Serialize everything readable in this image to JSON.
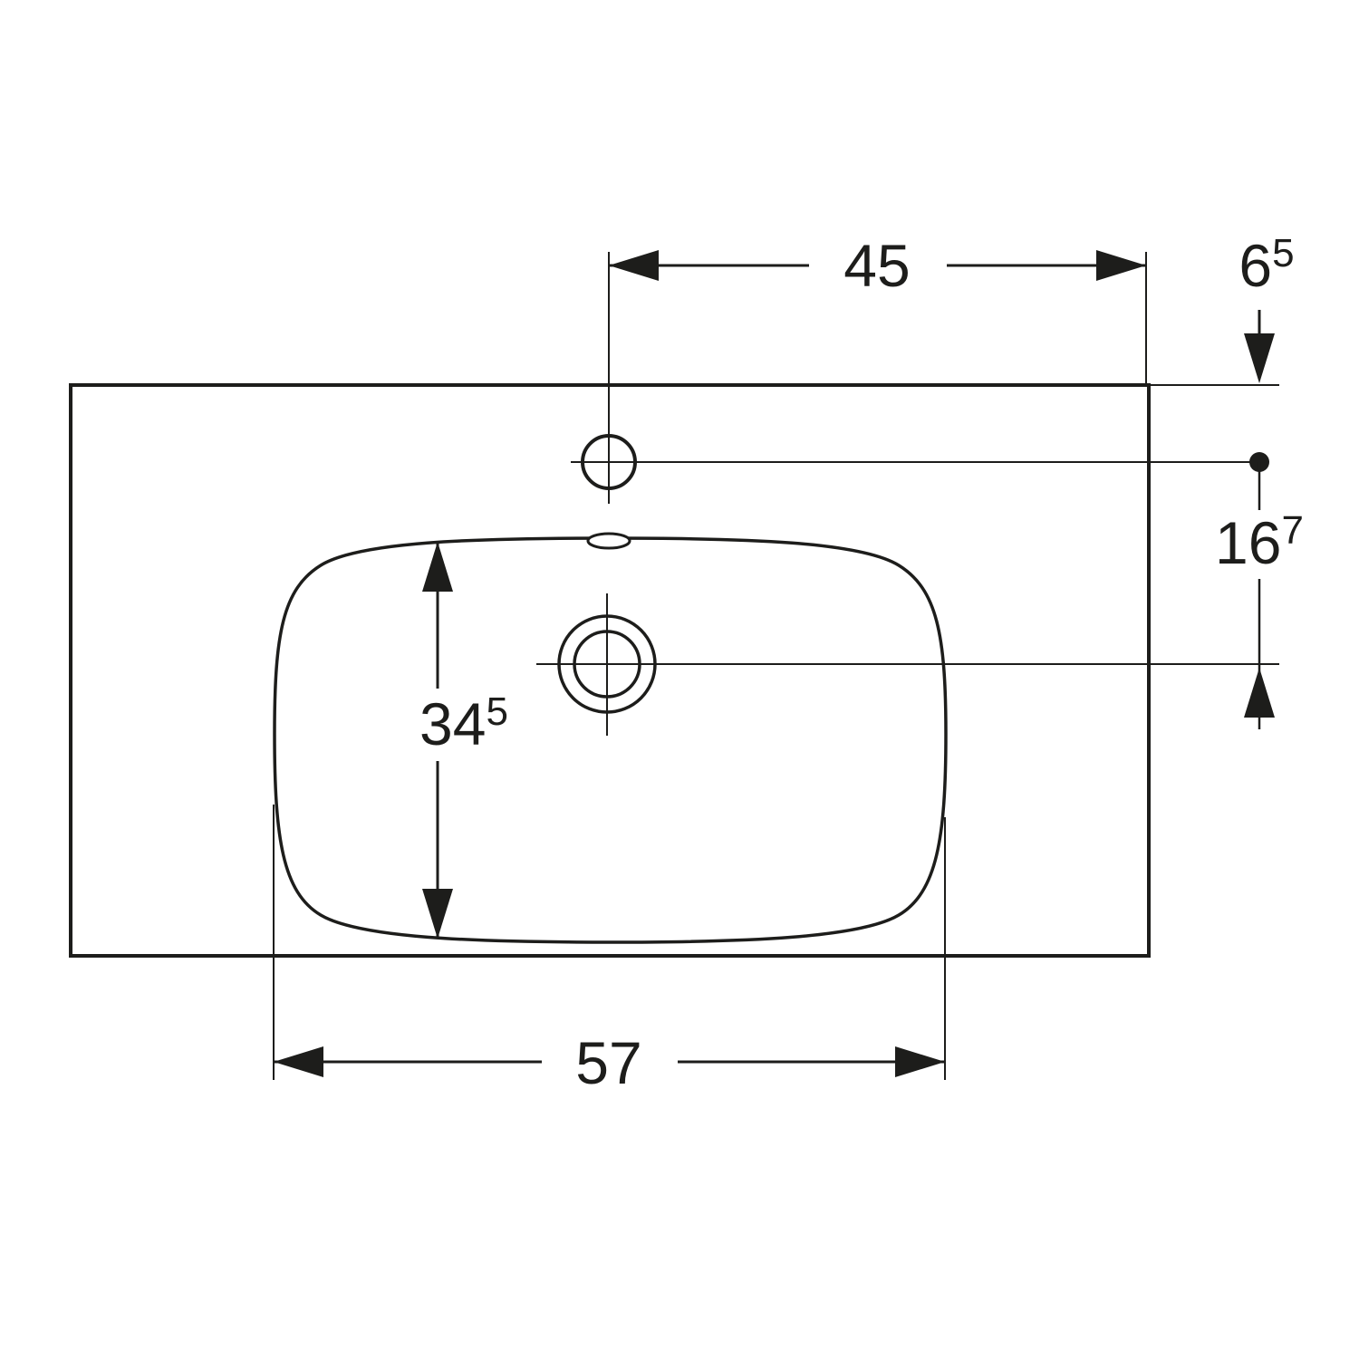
{
  "title": "Washbasin top-view dimension drawing",
  "colors": {
    "line": "#1d1d1b",
    "background": "#ffffff"
  },
  "dimensions": {
    "tap_to_right_edge": {
      "value": "45",
      "sup": ""
    },
    "top_edge_to_tap_center": {
      "value": "6",
      "sup": "5"
    },
    "tap_center_to_drain_center": {
      "value": "16",
      "sup": "7"
    },
    "bowl_inner_depth": {
      "value": "34",
      "sup": "5"
    },
    "bowl_inner_width": {
      "value": "57",
      "sup": ""
    }
  }
}
